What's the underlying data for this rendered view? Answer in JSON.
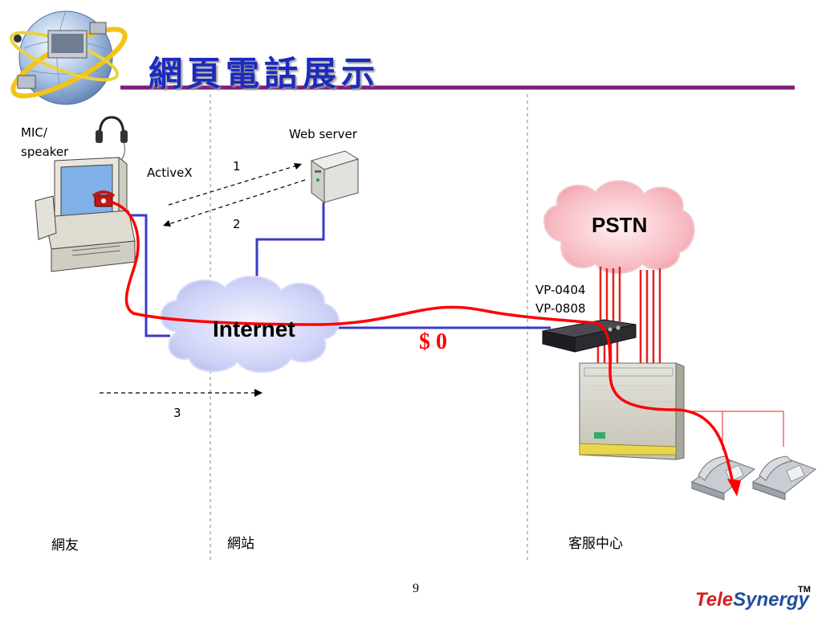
{
  "slide": {
    "title": "網頁電話展示",
    "page_number": "9"
  },
  "labels": {
    "mic": "MIC/",
    "speaker": "speaker",
    "web_server": "Web server",
    "activex": "ActiveX",
    "step1": "1",
    "step2": "2",
    "step3": "3",
    "pstn": "PSTN",
    "gateway1": "VP-0404",
    "gateway2": "VP-0808",
    "internet": "Internet",
    "cost": "$ 0"
  },
  "zones": {
    "user": "網友",
    "website": "網站",
    "service_center": "客服中心"
  },
  "brand": {
    "part1": "Tele",
    "part2": "Synergy",
    "tm": "TM"
  },
  "colors": {
    "title": "#1c2bbd",
    "divider": "#7b1e7b",
    "network_line": "#3a3ac8",
    "voice_path": "#ff0000",
    "pstn_cloud": "#f7b0b8",
    "internet_cloud": "#c9cdf5"
  }
}
